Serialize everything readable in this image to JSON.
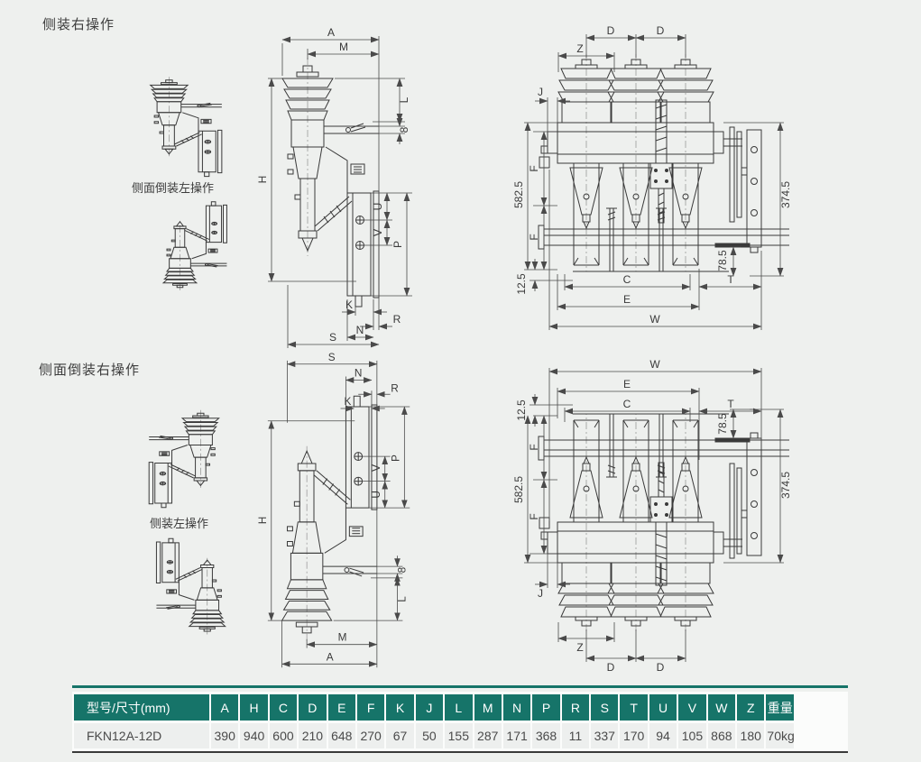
{
  "page": {
    "background": "#eef0ee"
  },
  "colors": {
    "accent_teal": "#167469",
    "drawing_line": "#3a3a3a",
    "dim_line": "#4a4a4a",
    "table_row_bg": "#edefee",
    "table_border_dark": "#3a3a3a"
  },
  "sections": [
    {
      "title": "侧装右操作",
      "thumb_caption": "侧面倒装左操作"
    },
    {
      "title": "侧面倒装右操作",
      "thumb_caption": "侧装左操作"
    }
  ],
  "dims": {
    "A": "A",
    "M": "M",
    "L": "L",
    "eight": "8",
    "H": "H",
    "U": "U",
    "V": "V",
    "P": "P",
    "K": "K",
    "R": "R",
    "N": "N",
    "S": "S",
    "Z": "Z",
    "J": "J",
    "D": "D",
    "F": "F",
    "C": "C",
    "E": "E",
    "W": "W",
    "T": "T",
    "d374_5": "374.5",
    "d582_5": "582.5",
    "d12_5": "12.5",
    "d78_5": "78.5"
  },
  "table": {
    "headers": [
      "型号/尺寸(mm)",
      "A",
      "H",
      "C",
      "D",
      "E",
      "F",
      "K",
      "J",
      "L",
      "M",
      "N",
      "P",
      "R",
      "S",
      "T",
      "U",
      "V",
      "W",
      "Z",
      "重量"
    ],
    "rows": [
      [
        "FKN12A-12D",
        "390",
        "940",
        "600",
        "210",
        "648",
        "270",
        "67",
        "50",
        "155",
        "287",
        "171",
        "368",
        "11",
        "337",
        "170",
        "94",
        "105",
        "868",
        "180",
        "70kg"
      ]
    ]
  }
}
